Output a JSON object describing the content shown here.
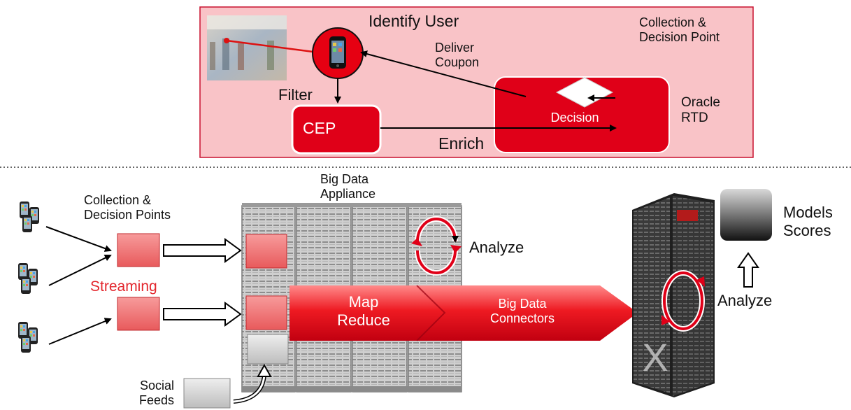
{
  "top_panel": {
    "identify_user": "Identify User",
    "collection_point": [
      "Collection &",
      "Decision Point"
    ],
    "deliver_coupon": [
      "Deliver",
      "Coupon"
    ],
    "filter": "Filter",
    "cep": "CEP",
    "decision": "Decision",
    "enrich": "Enrich",
    "oracle_rtd": [
      "Oracle",
      "RTD"
    ]
  },
  "bottom": {
    "collection_points": [
      "Collection &",
      "Decision Points"
    ],
    "streaming": "Streaming",
    "big_data_appliance": [
      "Big Data",
      "Appliance"
    ],
    "analyze_bda": "Analyze",
    "map_reduce": [
      "Map",
      "Reduce"
    ],
    "connectors": [
      "Big Data",
      "Connectors"
    ],
    "analyze_exa": "Analyze",
    "models_scores": [
      "Models",
      "Scores"
    ],
    "social_feeds": [
      "Social",
      "Feeds"
    ]
  },
  "colors": {
    "panel_fill": "#f9c3c7",
    "panel_border": "#c8102e",
    "red": "#e00018",
    "box_red": "#f1787a",
    "streaming_text": "#e3262d",
    "rack_gray": "#c9c9c9",
    "exadata_dark": "#2b2b2b"
  }
}
